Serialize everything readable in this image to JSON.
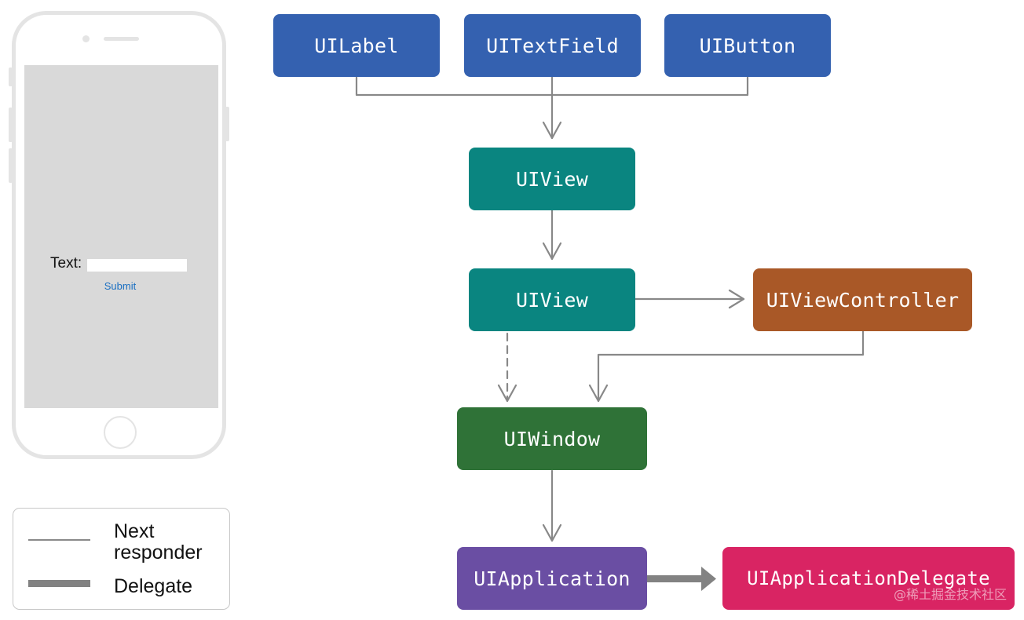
{
  "phone": {
    "text_label": "Text:",
    "text_field_value": "",
    "submit_label": "Submit"
  },
  "nodes": {
    "uilabel": "UILabel",
    "uitextfield": "UITextField",
    "uibutton": "UIButton",
    "uiview_top": "UIView",
    "uiview_bottom": "UIView",
    "uiviewcontroller": "UIViewController",
    "uiwindow": "UIWindow",
    "uiapplication": "UIApplication",
    "uiapplicationdelegate": "UIApplicationDelegate"
  },
  "legend": {
    "next_responder_line1": "Next",
    "next_responder_line2": "responder",
    "delegate": "Delegate"
  },
  "watermark": "@稀土掘金技术社区",
  "colors": {
    "blue": "#3461b0",
    "teal": "#0a8580",
    "brown": "#a95827",
    "green": "#2f7237",
    "purple": "#6a4ea3",
    "pink": "#d92463",
    "arrow": "#888888",
    "phone_frame": "#e4e4e4",
    "phone_screen": "#d9d9d9",
    "submit": "#1a6fc2"
  },
  "icons": {
    "arrow_heads": "chevron-down-icon",
    "delegate_arrow": "arrow-right-icon"
  }
}
